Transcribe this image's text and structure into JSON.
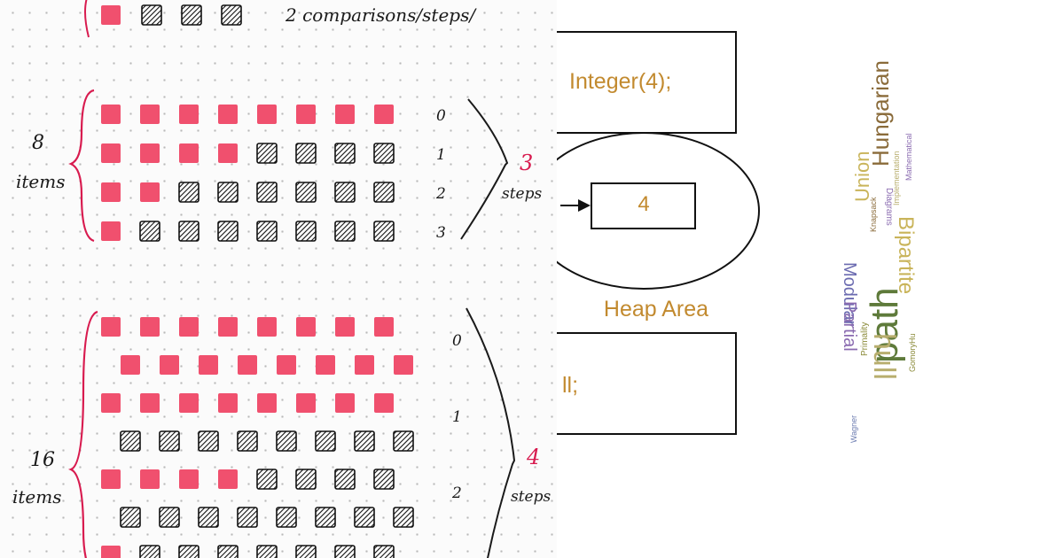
{
  "sketch": {
    "top_row_label": "2 comparisons/steps/",
    "groups": [
      {
        "count_label": "8",
        "items_label": "items",
        "total_items": 8,
        "rows": [
          {
            "step": "0",
            "remaining": 8
          },
          {
            "step": "1",
            "remaining": 4
          },
          {
            "step": "2",
            "remaining": 2
          },
          {
            "step": "3",
            "remaining": 1
          }
        ],
        "steps_number": "3",
        "steps_label": "steps"
      },
      {
        "count_label": "16",
        "items_label": "items",
        "total_items": 16,
        "rows": [
          {
            "step": "0",
            "remaining": 16
          },
          {
            "step": "1",
            "remaining": 8
          },
          {
            "step": "2",
            "remaining": 4
          }
        ],
        "steps_number": "4",
        "steps_label": "steps"
      }
    ]
  },
  "heap": {
    "top_box_text": "Integer(4);",
    "value_box_text": "4",
    "area_label": "Heap Area",
    "bottom_box_text": "ll;"
  },
  "wordcloud": {
    "words": [
      "Hungarian",
      "Union",
      "Implementation",
      "Mathematical",
      "Diagrams",
      "Knapsack",
      "Bipartite",
      "path",
      "hull",
      "Primality",
      "GomoryHu",
      "Wagner",
      "Modular",
      "Partial"
    ]
  },
  "colors": {
    "marker_red": "#f0506e",
    "ink": "#1a1a1a",
    "accent_red": "#d81b4f",
    "heap_text": "#c28a2f",
    "wc_olive": "#8b8b3a",
    "wc_gold": "#c9b45a",
    "wc_brown": "#8a6b3a",
    "wc_purple": "#8a6bb0",
    "wc_green": "#5e7a3a",
    "wc_khaki": "#b8ae6e"
  }
}
